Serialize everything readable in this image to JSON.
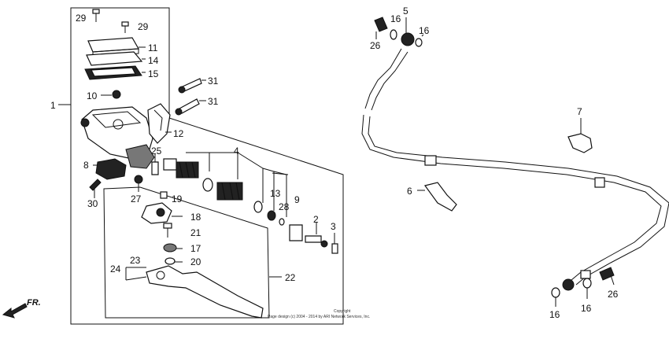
{
  "callouts": {
    "c1": "1",
    "c2": "2",
    "c3": "3",
    "c4": "4",
    "c5": "5",
    "c6": "6",
    "c7": "7",
    "c8": "8",
    "c9": "9",
    "c10": "10",
    "c11": "11",
    "c12": "12",
    "c13": "13",
    "c14": "14",
    "c15": "15",
    "c16a": "16",
    "c16b": "16",
    "c16c": "16",
    "c17": "17",
    "c18": "18",
    "c19": "19",
    "c20": "20",
    "c21": "21",
    "c22": "22",
    "c23": "23",
    "c24": "24",
    "c25": "25",
    "c26a": "26",
    "c26b": "26",
    "c27": "27",
    "c28": "28",
    "c29a": "29",
    "c29b": "29",
    "c30": "30",
    "c31a": "31",
    "c31b": "31"
  },
  "direction_label": "FR.",
  "copyright": {
    "line1": "Copyright",
    "line2": "Page design (c) 2004 - 2014 by ARI Network Services, Inc."
  },
  "icons": {
    "direction": "arrow-down-left-icon"
  }
}
